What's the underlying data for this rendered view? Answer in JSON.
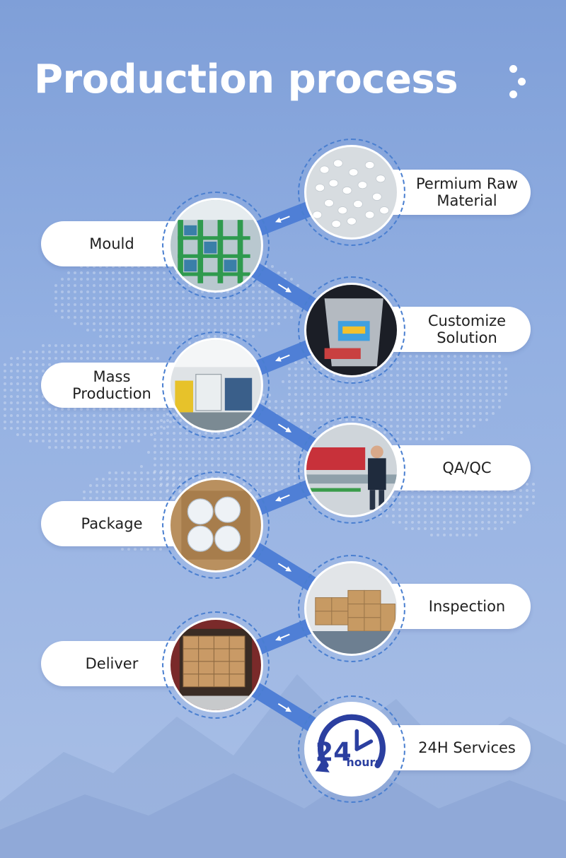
{
  "title": "Production process",
  "steps": [
    {
      "label_lines": [
        "Permium Raw",
        "Material"
      ],
      "image": "white-plastic-pellets"
    },
    {
      "label_lines": [
        "Mould"
      ],
      "image": "mould-storage-racks"
    },
    {
      "label_lines": [
        "Customize",
        "Solution"
      ],
      "image": "printed-plastic-bucket"
    },
    {
      "label_lines": [
        "Mass",
        "Production"
      ],
      "image": "production-floor-machines"
    },
    {
      "label_lines": [
        "QA/QC"
      ],
      "image": "worker-inspecting-line"
    },
    {
      "label_lines": [
        "Package"
      ],
      "image": "boxed-white-lids"
    },
    {
      "label_lines": [
        "Inspection"
      ],
      "image": "palletized-cartons"
    },
    {
      "label_lines": [
        "Deliver"
      ],
      "image": "container-loaded-cartons"
    },
    {
      "label_lines": [
        "24H Services"
      ],
      "image": "24-hours-clock-icon"
    }
  ],
  "badge": {
    "number": "24",
    "unit": "hours"
  },
  "colors": {
    "background": "#8aa8de",
    "ring": "#4a7fd0",
    "connector": "#4f7fd6",
    "badge": "#2b3fa0",
    "pill": "#ffffff",
    "text": "#1f1f1f"
  }
}
